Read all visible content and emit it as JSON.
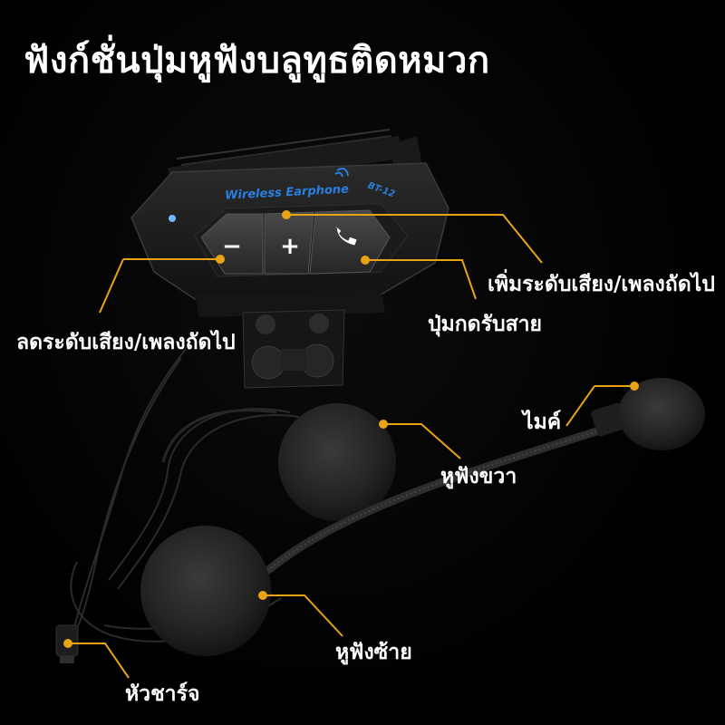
{
  "title": "ฟังก์ชั่นปุ่มหูฟังบลูทูธติดหมวก",
  "device": {
    "brand_text": "Wireless Earphone",
    "model_text": "BT-12",
    "buttons": [
      {
        "symbol": "−"
      },
      {
        "symbol": "+"
      },
      {
        "symbol": "phone-icon"
      }
    ]
  },
  "callouts": {
    "volume_down": "ลดระดับเสียง/เพลงถัดไป",
    "volume_up": "เพิ่มระดับเสียง/เพลงถัดไป",
    "answer_call": "ปุ่มกดรับสาย",
    "microphone": "ไมค์",
    "right_ear": "หูฟังขวา",
    "left_ear": "หูฟังซ้าย",
    "charger": "หัวชาร์จ"
  },
  "colors": {
    "accent": "#e8a317",
    "brand_blue": "#2a7fe0",
    "text": "#ffffff"
  }
}
